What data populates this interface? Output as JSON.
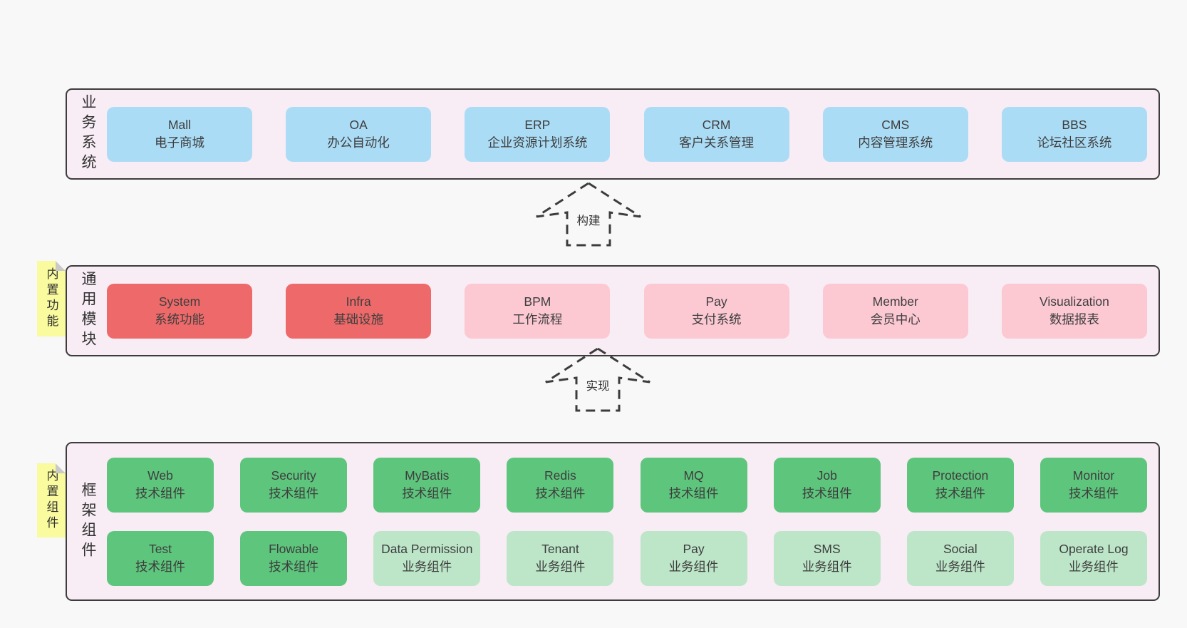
{
  "palette": {
    "page_bg": "#f8f8f8",
    "layer_bg": "#f8ecf5",
    "border": "#3c3c3c",
    "text": "#3d3d3d",
    "blue": "#abdcf5",
    "red": "#ee6a6a",
    "pink": "#fcc9d3",
    "green": "#5ec57d",
    "light_green": "#bde6c9",
    "note_yellow": "#fafa9e",
    "note_fold": "#c9c9c9"
  },
  "arrows": [
    {
      "label": "构建"
    },
    {
      "label": "实现"
    }
  ],
  "layers": [
    {
      "label": "业务系统",
      "note": null,
      "rows": [
        [
          {
            "name": "Mall",
            "desc": "电子商城",
            "color": "blue"
          },
          {
            "name": "OA",
            "desc": "办公自动化",
            "color": "blue"
          },
          {
            "name": "ERP",
            "desc": "企业资源计划系统",
            "color": "blue"
          },
          {
            "name": "CRM",
            "desc": "客户关系管理",
            "color": "blue"
          },
          {
            "name": "CMS",
            "desc": "内容管理系统",
            "color": "blue"
          },
          {
            "name": "BBS",
            "desc": "论坛社区系统",
            "color": "blue"
          }
        ]
      ]
    },
    {
      "label": "通用模块",
      "note": "内置功能",
      "rows": [
        [
          {
            "name": "System",
            "desc": "系统功能",
            "color": "red"
          },
          {
            "name": "Infra",
            "desc": "基础设施",
            "color": "red"
          },
          {
            "name": "BPM",
            "desc": "工作流程",
            "color": "pink"
          },
          {
            "name": "Pay",
            "desc": "支付系统",
            "color": "pink"
          },
          {
            "name": "Member",
            "desc": "会员中心",
            "color": "pink"
          },
          {
            "name": "Visualization",
            "desc": "数据报表",
            "color": "pink"
          }
        ]
      ]
    },
    {
      "label": "框架组件",
      "note": "内置组件",
      "rows": [
        [
          {
            "name": "Web",
            "desc": "技术组件",
            "color": "green"
          },
          {
            "name": "Security",
            "desc": "技术组件",
            "color": "green"
          },
          {
            "name": "MyBatis",
            "desc": "技术组件",
            "color": "green"
          },
          {
            "name": "Redis",
            "desc": "技术组件",
            "color": "green"
          },
          {
            "name": "MQ",
            "desc": "技术组件",
            "color": "green"
          },
          {
            "name": "Job",
            "desc": "技术组件",
            "color": "green"
          },
          {
            "name": "Protection",
            "desc": "技术组件",
            "color": "green"
          },
          {
            "name": "Monitor",
            "desc": "技术组件",
            "color": "green"
          }
        ],
        [
          {
            "name": "Test",
            "desc": "技术组件",
            "color": "green"
          },
          {
            "name": "Flowable",
            "desc": "技术组件",
            "color": "green"
          },
          {
            "name": "Data Permission",
            "desc": "业务组件",
            "color": "light_green"
          },
          {
            "name": "Tenant",
            "desc": "业务组件",
            "color": "light_green"
          },
          {
            "name": "Pay",
            "desc": "业务组件",
            "color": "light_green"
          },
          {
            "name": "SMS",
            "desc": "业务组件",
            "color": "light_green"
          },
          {
            "name": "Social",
            "desc": "业务组件",
            "color": "light_green"
          },
          {
            "name": "Operate Log",
            "desc": "业务组件",
            "color": "light_green"
          }
        ]
      ]
    }
  ]
}
